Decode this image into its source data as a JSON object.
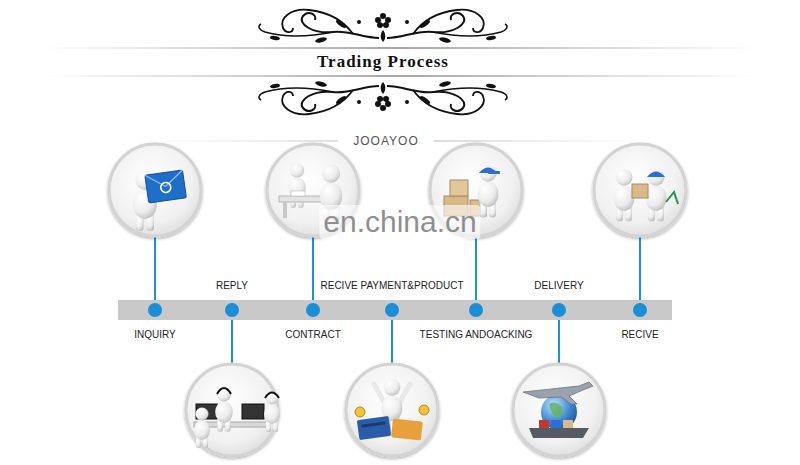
{
  "diagram": {
    "title": "Trading Process",
    "nodes": [
      {
        "text": [
          "INQUIRY"
        ]
      },
      {
        "text": [
          "REPLY"
        ]
      },
      {
        "text": [
          "CONTRACT"
        ]
      },
      {
        "text": [
          "RECIVE PAYMENT&PRODUCT"
        ]
      },
      {
        "text": [
          "TESTING ANDOACKING"
        ]
      },
      {
        "text": [
          "DELIVERY"
        ]
      },
      {
        "text": [
          "RECIVE"
        ]
      }
    ],
    "edges": [
      {
        "from": 0,
        "to": 1,
        "arrow": "none"
      },
      {
        "from": 1,
        "to": 2,
        "arrow": "none"
      },
      {
        "from": 2,
        "to": 3,
        "arrow": "none"
      },
      {
        "from": 3,
        "to": 4,
        "arrow": "none"
      },
      {
        "from": 4,
        "to": 5,
        "arrow": "none"
      },
      {
        "from": 5,
        "to": 6,
        "arrow": "none"
      }
    ],
    "labels": [
      "JOOAYOO",
      "en.china.cn"
    ]
  }
}
